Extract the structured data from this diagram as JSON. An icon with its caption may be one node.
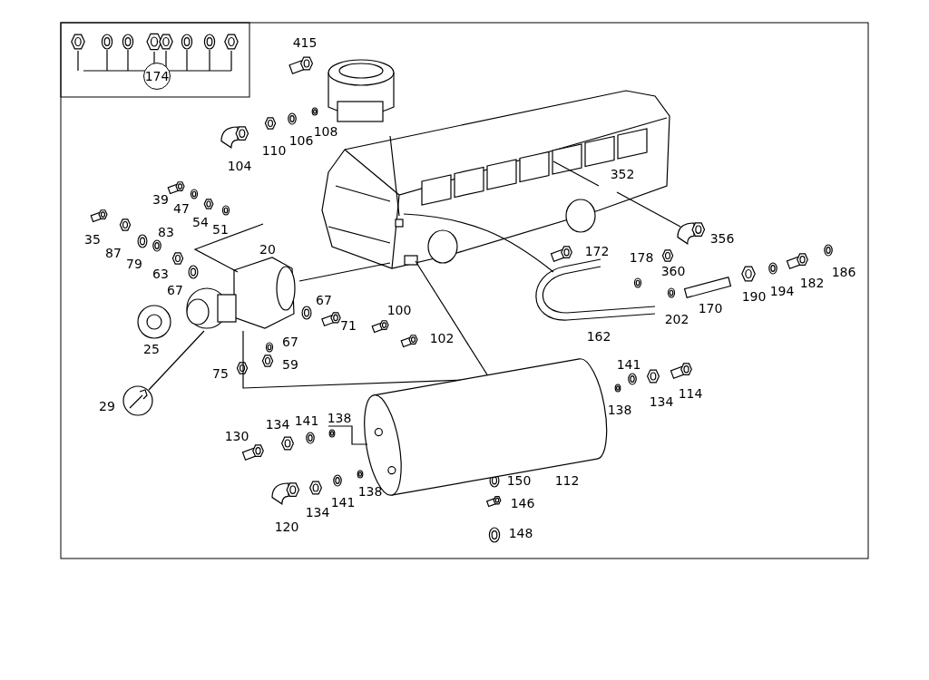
{
  "diagram": {
    "nodes": [
      {
        "text": [
          "174"
        ]
      }
    ],
    "labels": [
      "415",
      "108",
      "106",
      "110",
      "104",
      "352",
      "39",
      "47",
      "54",
      "51",
      "356",
      "35",
      "87",
      "83",
      "79",
      "20",
      "172",
      "178",
      "360",
      "186",
      "182",
      "63",
      "194",
      "190",
      "67",
      "67",
      "170",
      "202",
      "100",
      "71",
      "25",
      "162",
      "67",
      "102",
      "59",
      "141",
      "75",
      "114",
      "134",
      "29",
      "138",
      "138",
      "141",
      "134",
      "130",
      "112",
      "138",
      "150",
      "141",
      "146",
      "134",
      "120",
      "148"
    ]
  }
}
